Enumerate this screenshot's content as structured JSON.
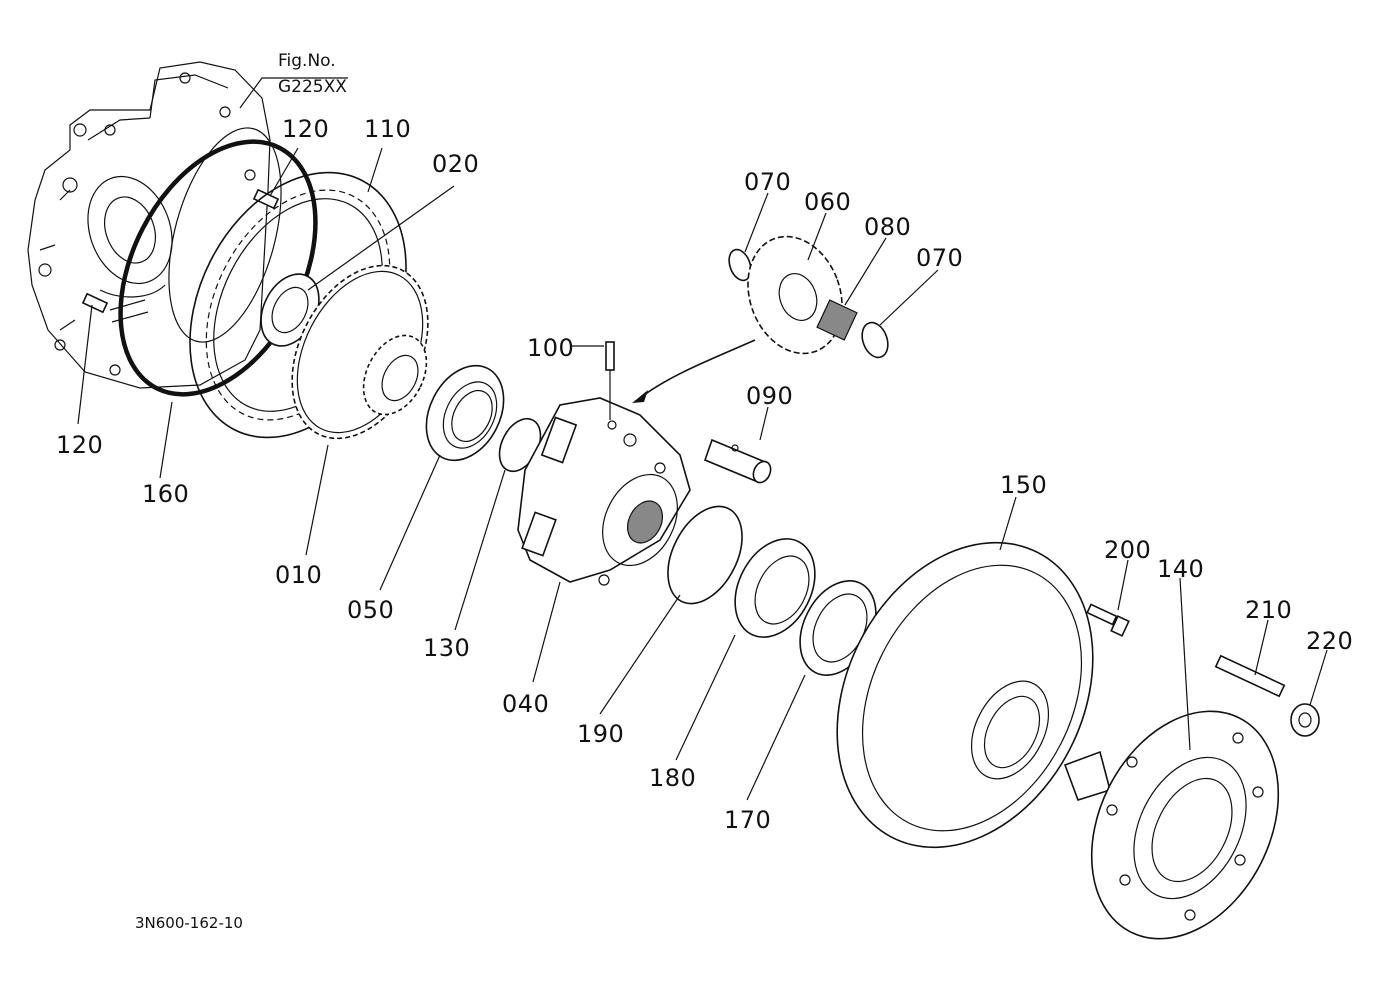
{
  "figure": {
    "fig_no_label": "Fig.No.",
    "fig_no_value": "G225XX",
    "drawing_code": "3N600-162-10"
  },
  "callouts": {
    "p010": "010",
    "p020": "020",
    "p040": "040",
    "p050": "050",
    "p060": "060",
    "p070a": "070",
    "p070b": "070",
    "p080": "080",
    "p090": "090",
    "p100": "100",
    "p110": "110",
    "p120a": "120",
    "p120b": "120",
    "p130": "130",
    "p140": "140",
    "p150": "150",
    "p160": "160",
    "p170": "170",
    "p180": "180",
    "p190": "190",
    "p200": "200",
    "p210": "210",
    "p220": "220"
  }
}
